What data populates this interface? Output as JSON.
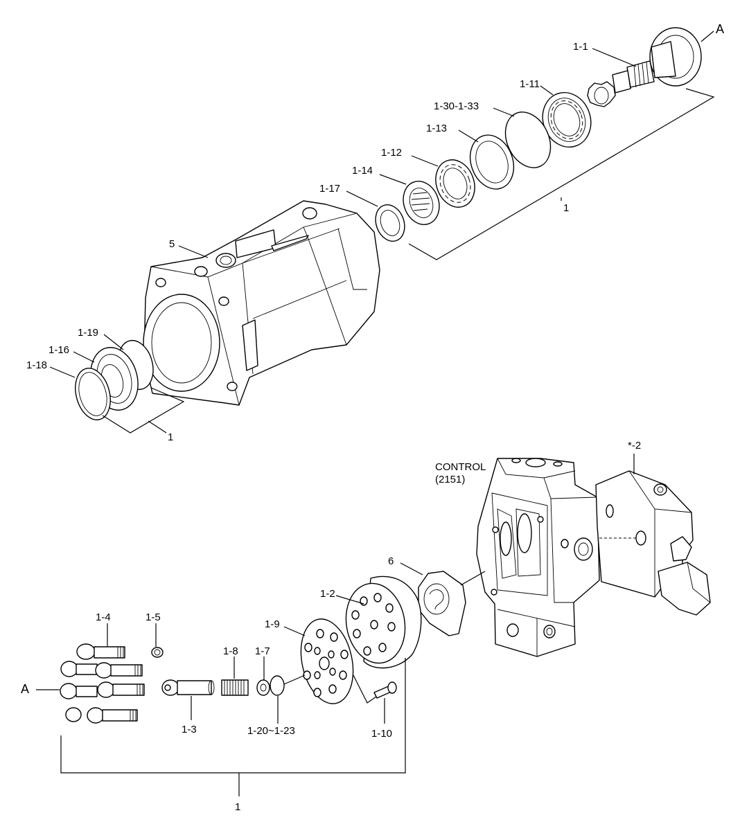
{
  "labels": {
    "a_top": "A",
    "p1_1": "1-1",
    "p1_11": "1-11",
    "p1_30": "1-30-1-33",
    "p1_13": "1-13",
    "p1_12": "1-12",
    "p1_14": "1-14",
    "p1_17": "1-17",
    "p1_top": "1",
    "p5": "5",
    "p1_19": "1-19",
    "p1_16": "1-16",
    "p1_18": "1-18",
    "p1_mid": "1",
    "control": "CONTROL",
    "control_ref": "(2151)",
    "p2": "*-2",
    "p6": "6",
    "p1_2": "1-2",
    "p1_9": "1-9",
    "p1_4": "1-4",
    "p1_5": "1-5",
    "p1_8": "1-8",
    "p1_7": "1-7",
    "a_left": "A",
    "p1_3": "1-3",
    "p1_20": "1-20~1-23",
    "p1_10": "1-10",
    "p1_bottom": "1"
  }
}
